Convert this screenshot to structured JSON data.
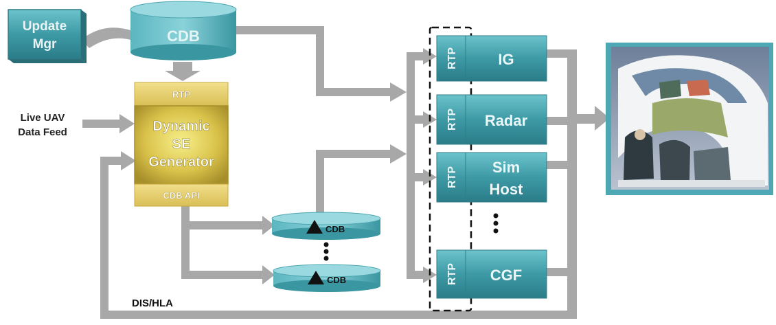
{
  "update_mgr": {
    "line1": "Update",
    "line2": "Mgr"
  },
  "cdb_main": {
    "label": "CDB"
  },
  "se_generator": {
    "rtp": "RTP",
    "line1": "Dynamic",
    "line2": "SE",
    "line3": "Generator",
    "api": "CDB API"
  },
  "live_feed": {
    "line1": "Live UAV",
    "line2": "Data Feed"
  },
  "cdb_small": [
    "CDB",
    "CDB"
  ],
  "rtp_label": "RTP",
  "modules": {
    "ig": "IG",
    "radar": "Radar",
    "sim_line1": "Sim",
    "sim_line2": "Host",
    "cgf": "CGF"
  },
  "bus_label": "DIS/HLA",
  "colors": {
    "teal": "#3f9aa5",
    "teal_light": "#7ccbd3",
    "gold": "#e6cc60",
    "arrow": "#a9a9a9"
  }
}
